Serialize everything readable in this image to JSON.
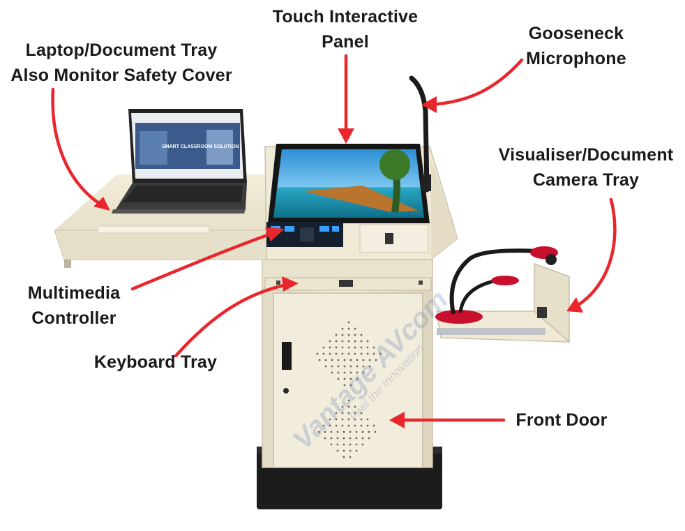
{
  "callouts": {
    "laptop_tray": [
      "Laptop/Document Tray",
      "Also Monitor Safety Cover"
    ],
    "touch_panel": [
      "Touch Interactive",
      "Panel"
    ],
    "gooseneck_mic": [
      "Gooseneck",
      "Microphone"
    ],
    "visualiser_tray": [
      "Visualiser/Document",
      "Camera Tray"
    ],
    "multimedia_controller": [
      "Multimedia",
      "Controller"
    ],
    "keyboard_tray": [
      "Keyboard Tray"
    ],
    "front_door": [
      "Front Door"
    ]
  },
  "laptop_screen": {
    "headline": "SMART CLASSROOM SOLUTION"
  },
  "watermark": {
    "brand": "Vantage AVcom",
    "tagline": "Feel the Innovation"
  },
  "colors": {
    "arrow": "#e8262c",
    "podium_body": "#efe9d6",
    "podium_base": "#1c1c1c",
    "camera_red": "#c8102e"
  }
}
